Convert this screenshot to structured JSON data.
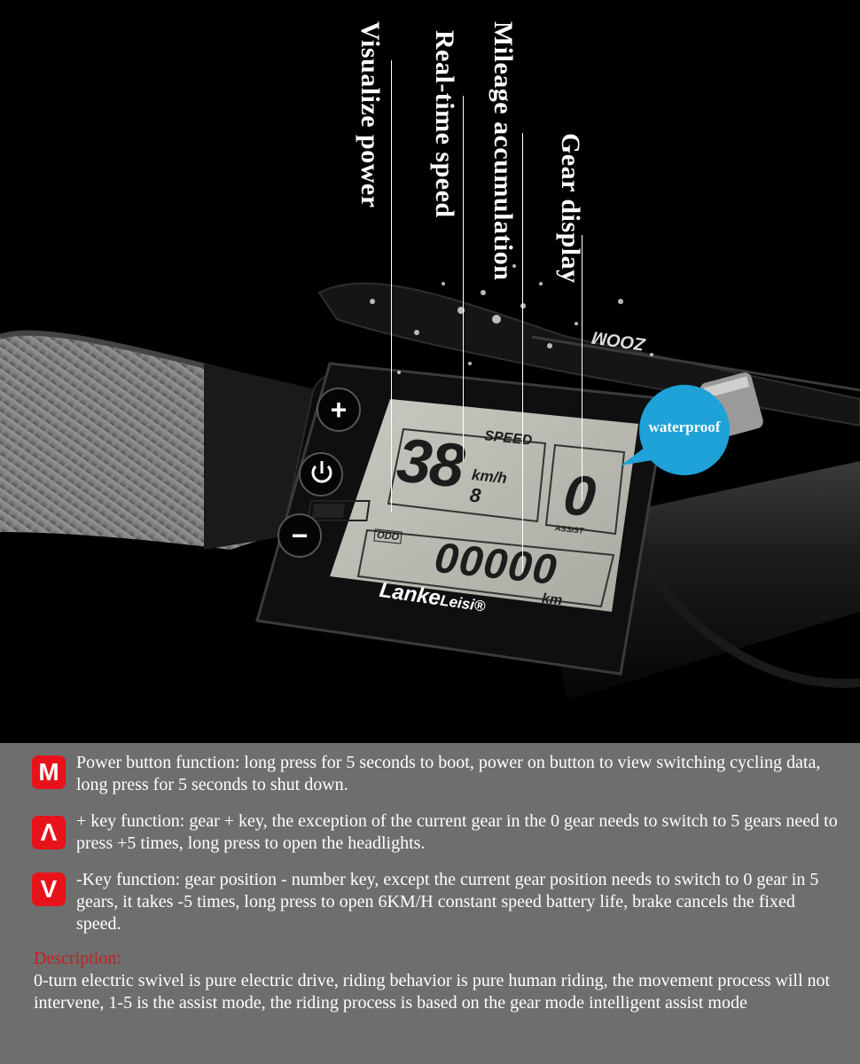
{
  "labels": {
    "visualize_power": "Visualize power",
    "real_time_speed": "Real-time speed",
    "mileage_accumulation": "Mileage accumulation",
    "gear_display": "Gear display"
  },
  "badge_waterproof": "waterproof",
  "lcd": {
    "speed_label": "SPEED",
    "speed_value": "38",
    "speed_unit": "km/h",
    "speed_decimal": "8",
    "assist_value": "0",
    "assist_label": "ASSIST",
    "odo_label": "ODO",
    "odo_value": "00000",
    "odo_unit": "km"
  },
  "brand": {
    "name_main": "Lanke",
    "name_sub": "Leisi",
    "registered": "®"
  },
  "lever_brand": "ZOOM",
  "buttons": {
    "plus": "+",
    "minus": "−"
  },
  "functions": [
    {
      "badge": "M",
      "text": "Power button function: long press for 5 seconds to boot, power on button to view switching cycling data, long press for 5 seconds to shut down."
    },
    {
      "badge": "Λ",
      "text": "+ key function: gear + key, the exception of the current gear in the 0 gear needs to switch to 5 gears need to press +5 times, long press to open the headlights."
    },
    {
      "badge": "V",
      "text": "-Key function: gear position - number key, except the current gear position needs to switch to 0 gear in 5 gears, it takes -5 times, long press to open 6KM/H constant speed battery life, brake cancels the fixed speed."
    }
  ],
  "description": {
    "title": "Description:",
    "body": "0-turn electric swivel is pure electric drive, riding behavior is pure human riding, the movement process will not intervene, 1-5 is the assist mode, the riding process is based on the gear mode intelligent assist mode"
  },
  "colors": {
    "background": "#000000",
    "panel": "#6e6e6e",
    "badge_red": "#e8121b",
    "description_title": "#c81e1e",
    "waterproof_blue": "#1fa2d8",
    "lcd_screen": "#b8b8b0"
  },
  "battery_level": 0.6
}
